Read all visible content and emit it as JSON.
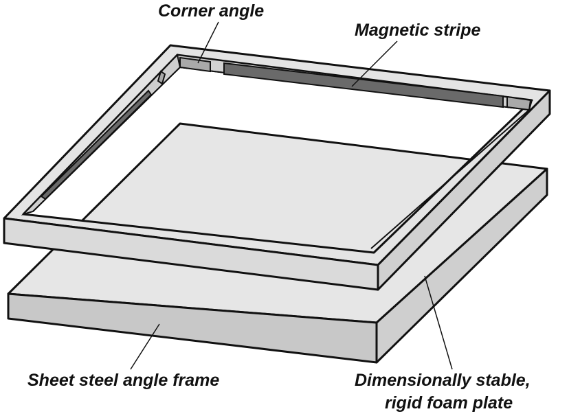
{
  "labels": {
    "corner_angle": "Corner angle",
    "magnetic_stripe": "Magnetic stripe",
    "frame": "Sheet steel angle frame",
    "foam_line1": "Dimensionally stable,",
    "foam_line2": "rigid foam plate"
  },
  "colors": {
    "outline": "#111111",
    "plate_top": "#e6e6e6",
    "plate_side": "#c8c8c8",
    "frame_face": "#e4e4e4",
    "frame_inner": "#bdbdbd",
    "magnetic_stripe": "#6a6a6a",
    "corner_angle": "#a9a9a9"
  }
}
